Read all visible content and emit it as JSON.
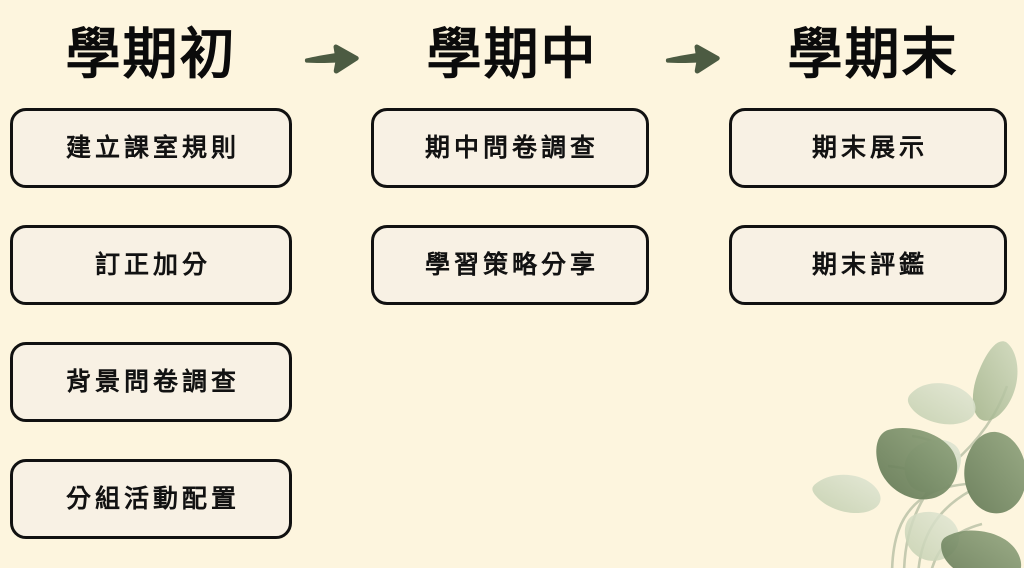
{
  "slide": {
    "background_color": "#FDF5DE",
    "box_fill_color": "#F8F1E4",
    "box_border_color": "#111111",
    "text_color": "#121212",
    "arrow_color": "#4C5B42",
    "leaf_colors": [
      "#D9E0C9",
      "#C5D0B2",
      "#A8B894",
      "#859A74",
      "#6F8561"
    ]
  },
  "phases": [
    {
      "key": "semester-start",
      "title": "學期初",
      "items": [
        {
          "label": "建立課室規則"
        },
        {
          "label": "訂正加分"
        },
        {
          "label": "背景問卷調查"
        },
        {
          "label": "分組活動配置"
        }
      ]
    },
    {
      "key": "semester-middle",
      "title": "學期中",
      "items": [
        {
          "label": "期中問卷調查"
        },
        {
          "label": "學習策略分享"
        }
      ]
    },
    {
      "key": "semester-end",
      "title": "學期末",
      "items": [
        {
          "label": "期末展示"
        },
        {
          "label": "期末評鑑"
        }
      ]
    }
  ],
  "connectors": [
    {
      "name": "arrow-start-to-middle",
      "icon": "arrow-right-icon"
    },
    {
      "name": "arrow-middle-to-end",
      "icon": "arrow-right-icon"
    }
  ],
  "decoration": {
    "name": "botanical-leaves-illustration",
    "icon": "leaf-branch-icon"
  }
}
